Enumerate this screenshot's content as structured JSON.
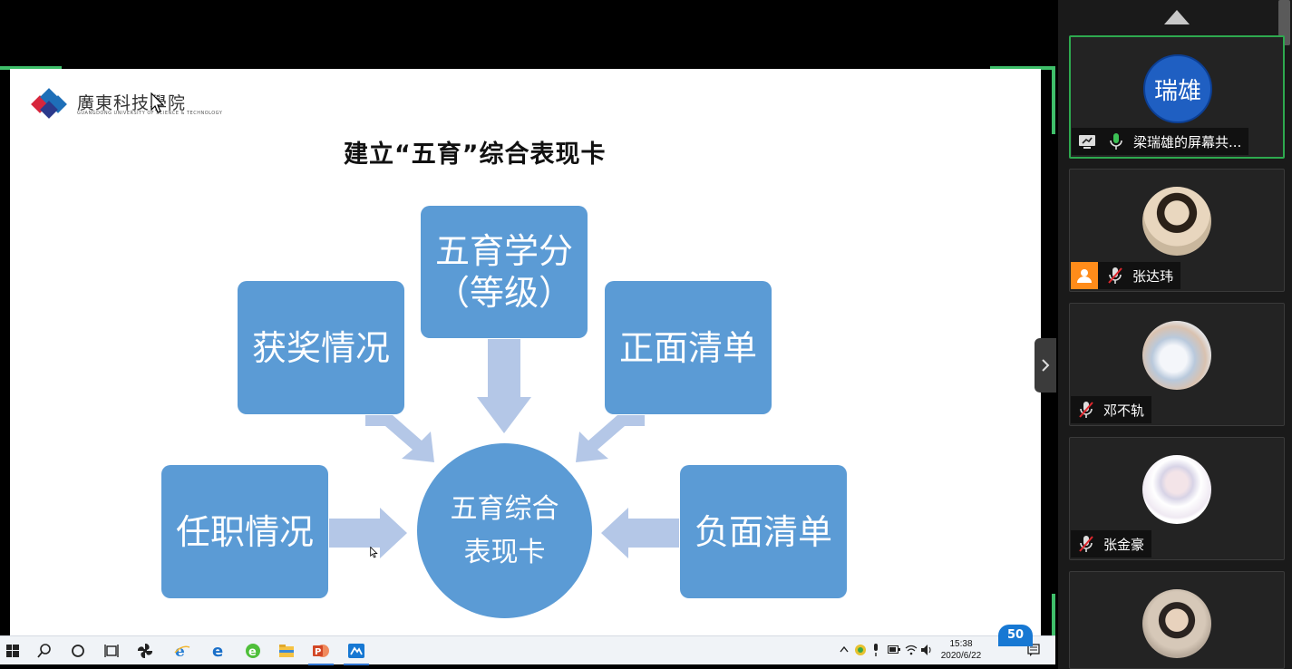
{
  "slide": {
    "logo_cn": "廣東科技學院",
    "logo_en": "GUANGDONG UNIVERSITY OF SCIENCE & TECHNOLOGY",
    "title": "建立“五育”综合表现卡",
    "boxes": {
      "credit_line1": "五育学分",
      "credit_line2": "（等级）",
      "awards": "获奖情况",
      "positive": "正面清单",
      "position": "任职情况",
      "negative": "负面清单",
      "center_line1": "五育综合",
      "center_line2": "表现卡"
    },
    "colors": {
      "box": "#5b9bd5",
      "arrow": "#b4c7e7"
    }
  },
  "participants": [
    {
      "initials": "瑞雄",
      "name": "梁瑞雄的屏幕共...",
      "sharing": true,
      "mic": "on",
      "avatar_type": "initials"
    },
    {
      "name": "张达玮",
      "mic": "muted",
      "avatar_type": "photo-young-man",
      "badge": "user-icon"
    },
    {
      "name": "邓不轨",
      "mic": "muted",
      "avatar_type": "photo-crystal-landscape"
    },
    {
      "name": "张金豪",
      "mic": "muted",
      "avatar_type": "anime-girl"
    },
    {
      "name": "",
      "mic": "",
      "avatar_type": "photo-man"
    }
  ],
  "taskbar": {
    "time": "15:38",
    "date": "2020/6/22",
    "apps": [
      "start-icon",
      "search-icon",
      "cortana-icon",
      "task-view-icon",
      "fan-app-icon",
      "ie-icon",
      "edge-icon",
      "edge-green-icon",
      "file-explorer-icon",
      "powerpoint-icon",
      "meeting-app-icon"
    ]
  },
  "page_badge": "50"
}
